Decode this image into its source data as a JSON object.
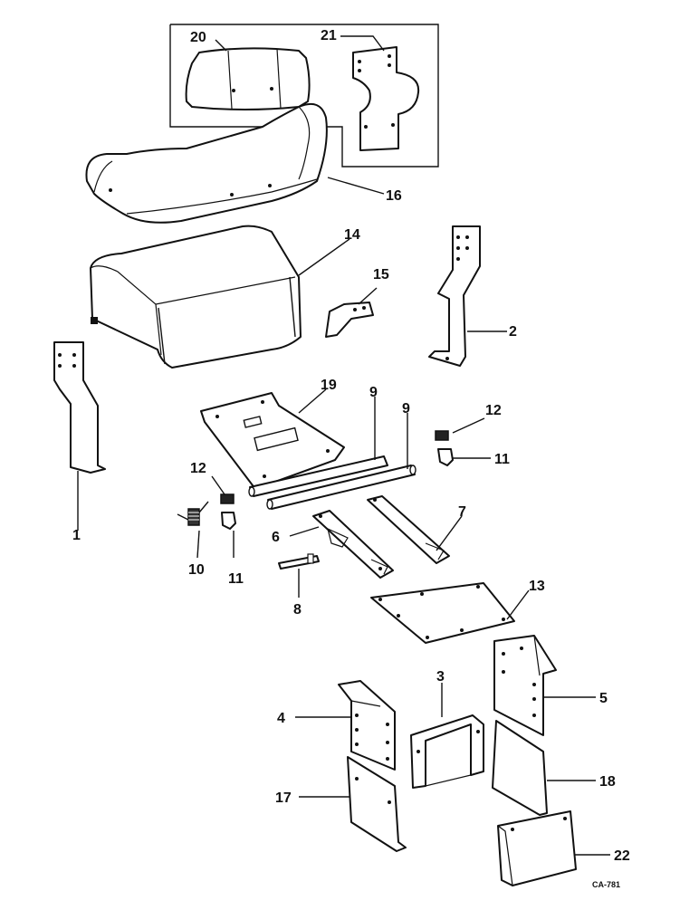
{
  "diagram": {
    "drawing_code": "CA-781",
    "callouts": {
      "c1": "1",
      "c2": "2",
      "c3": "3",
      "c4": "4",
      "c5": "5",
      "c6": "6",
      "c7": "7",
      "c8": "8",
      "c9a": "9",
      "c9b": "9",
      "c10": "10",
      "c11a": "11",
      "c11b": "11",
      "c12a": "12",
      "c12b": "12",
      "c13": "13",
      "c14": "14",
      "c15": "15",
      "c16": "16",
      "c17": "17",
      "c18": "18",
      "c19": "19",
      "c20": "20",
      "c21": "21",
      "c22": "22"
    }
  }
}
